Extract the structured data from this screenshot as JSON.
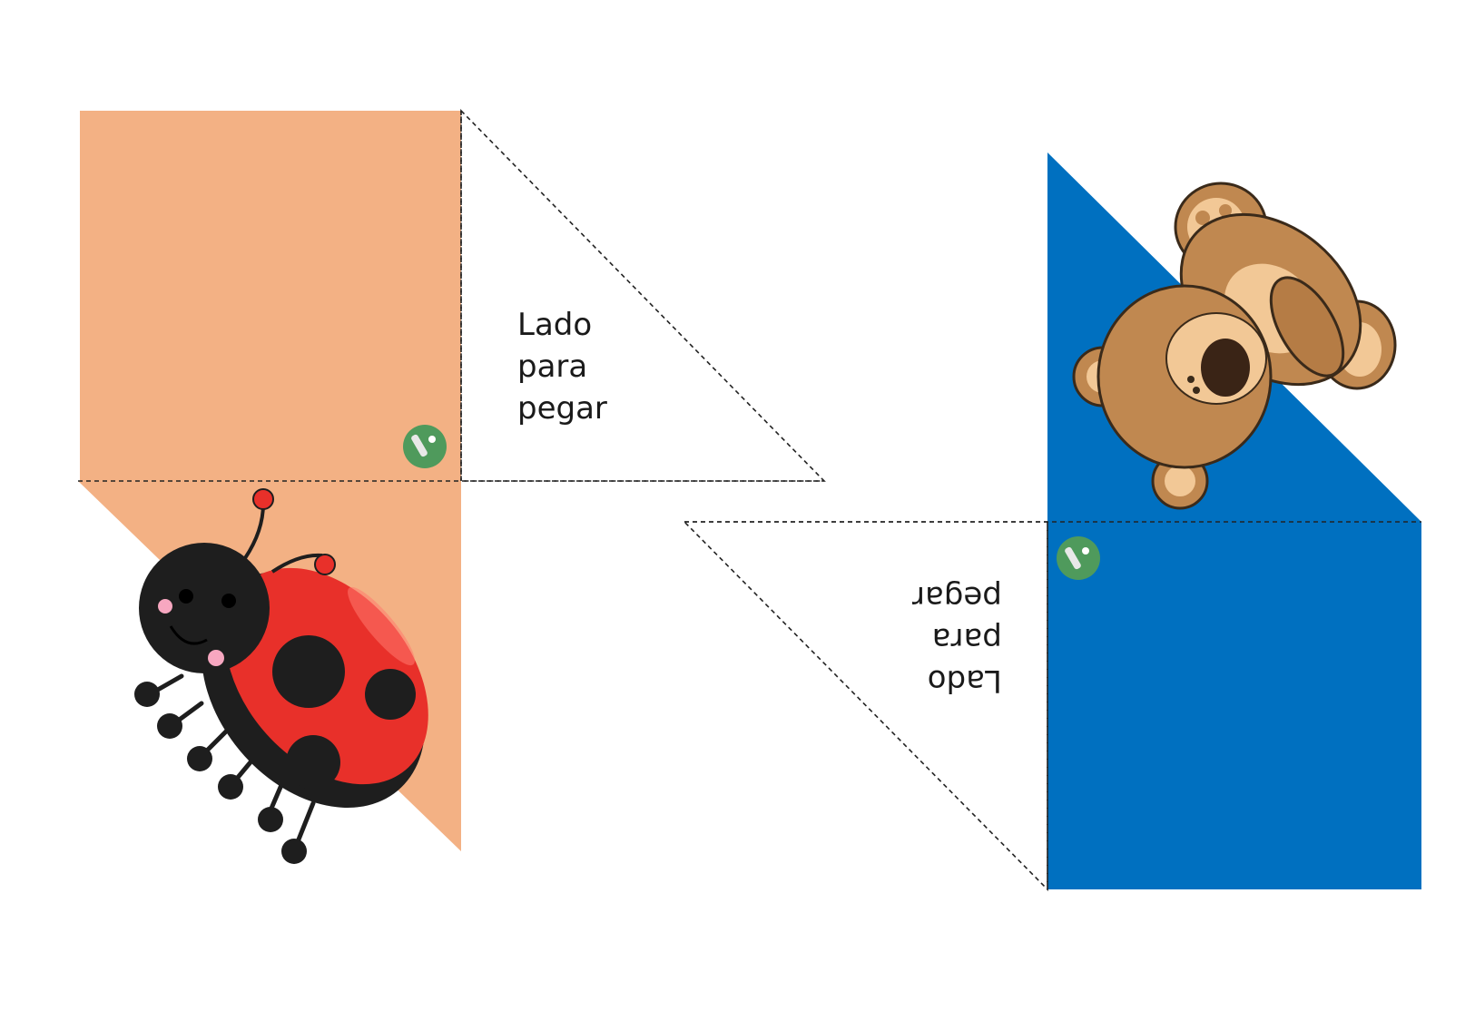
{
  "colors": {
    "background": "#ffffff",
    "peach": "#f3b184",
    "blue": "#0070c0",
    "badge_green": "#4f9a5c",
    "ladybug_red": "#e8302a",
    "ladybug_black": "#1e1e1e",
    "bear_brown": "#c08850",
    "bear_light": "#f2c896",
    "dash_line": "#222222"
  },
  "left_piece": {
    "glue_tab_label": [
      "Lado",
      "para",
      "pegar"
    ],
    "decoration": "ladybug-illustration",
    "badge": "green-round-logo-icon"
  },
  "right_piece": {
    "glue_tab_label": [
      "Lado",
      "para",
      "pegar"
    ],
    "decoration": "teddy-bear-illustration",
    "badge": "green-round-logo-icon"
  }
}
